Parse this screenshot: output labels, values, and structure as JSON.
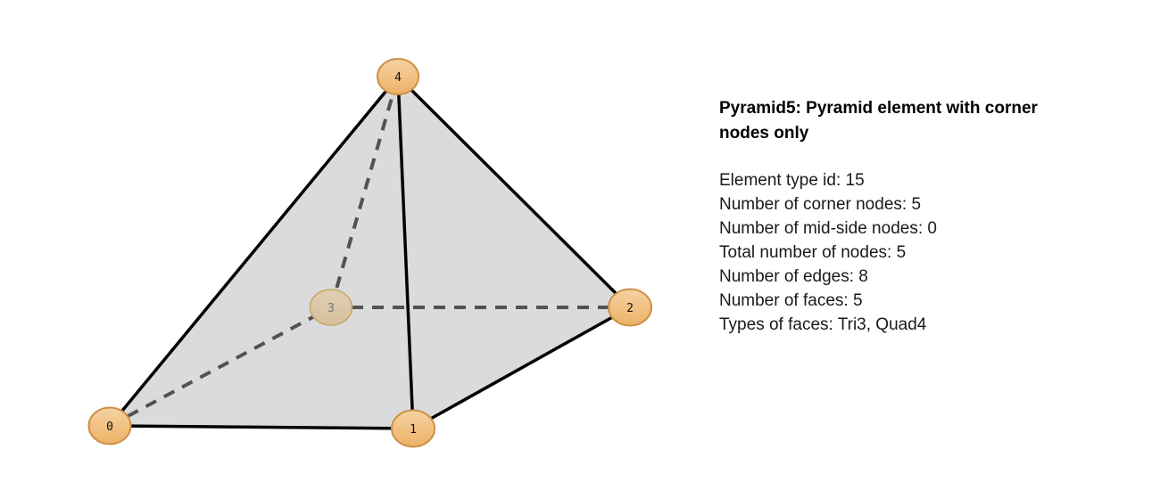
{
  "page_bg": "#ffffff",
  "diagram": {
    "description": "Pyramid5 element sketch: square-base pyramid, corner nodes only",
    "nodes": [
      {
        "label": "0",
        "hidden": false
      },
      {
        "label": "1",
        "hidden": false
      },
      {
        "label": "2",
        "hidden": false
      },
      {
        "label": "3",
        "hidden": true
      },
      {
        "label": "4",
        "hidden": false
      }
    ],
    "edges_solid": [
      "0-1",
      "1-2",
      "0-4",
      "1-4",
      "2-4"
    ],
    "edges_hidden_dashed": [
      "0-3",
      "2-3",
      "3-4"
    ],
    "colors": {
      "face_fill": "#dbdbdd",
      "edge_solid": "#000000",
      "edge_hidden": "#525252",
      "node_fill_top": "#f6d2a2",
      "node_fill_bottom": "#ecb267",
      "node_border": "#cd9045",
      "hidden_node_fill_top": "#e1cfb4",
      "hidden_node_fill_bottom": "#d7bf9d",
      "hidden_node_border": "#c5a763",
      "hidden_node_label": "#757575",
      "label_color": "#111111"
    }
  },
  "info": {
    "title_line1": "Pyramid5: Pyramid element with corner",
    "title_line2": "nodes only",
    "lines": [
      "Element type id: 15",
      "Number of corner nodes: 5",
      "Number of mid-side nodes: 0",
      "Total number of nodes: 5",
      "Number of edges: 8",
      "Number of faces: 5",
      "Types of faces: Tri3, Quad4"
    ]
  }
}
